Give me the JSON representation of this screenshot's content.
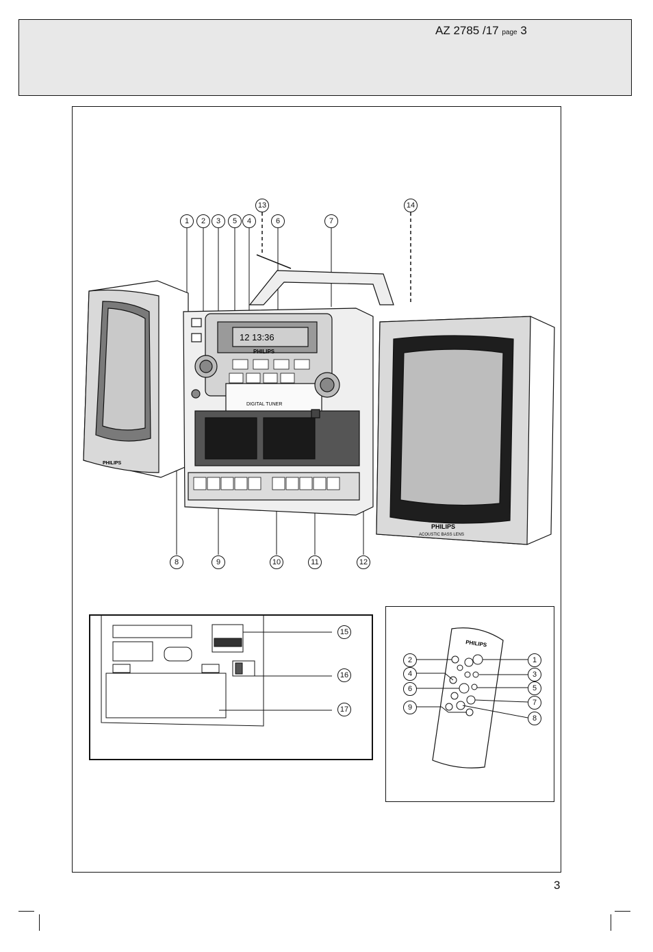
{
  "header": {
    "model": "AZ 2785 /17",
    "page_word": "page",
    "page_num": "3"
  },
  "device": {
    "brand": "PHILIPS",
    "display_readout": "12  13:36",
    "tuner_label": "DIGITAL TUNER",
    "speaker_label": "ACOUSTIC BASS LENS"
  },
  "remote": {
    "brand": "PHILIPS"
  },
  "callouts_top": [
    "1",
    "2",
    "3",
    "5",
    "4",
    "6",
    "7"
  ],
  "callout_13": "13",
  "callout_14": "14",
  "callouts_bottom": [
    "8",
    "9",
    "10",
    "11",
    "12"
  ],
  "callouts_back": [
    "15",
    "16",
    "17"
  ],
  "callouts_remote_left": [
    "2",
    "4",
    "6",
    "9"
  ],
  "callouts_remote_right": [
    "1",
    "3",
    "5",
    "7",
    "8"
  ],
  "footer": {
    "page_number": "3"
  }
}
